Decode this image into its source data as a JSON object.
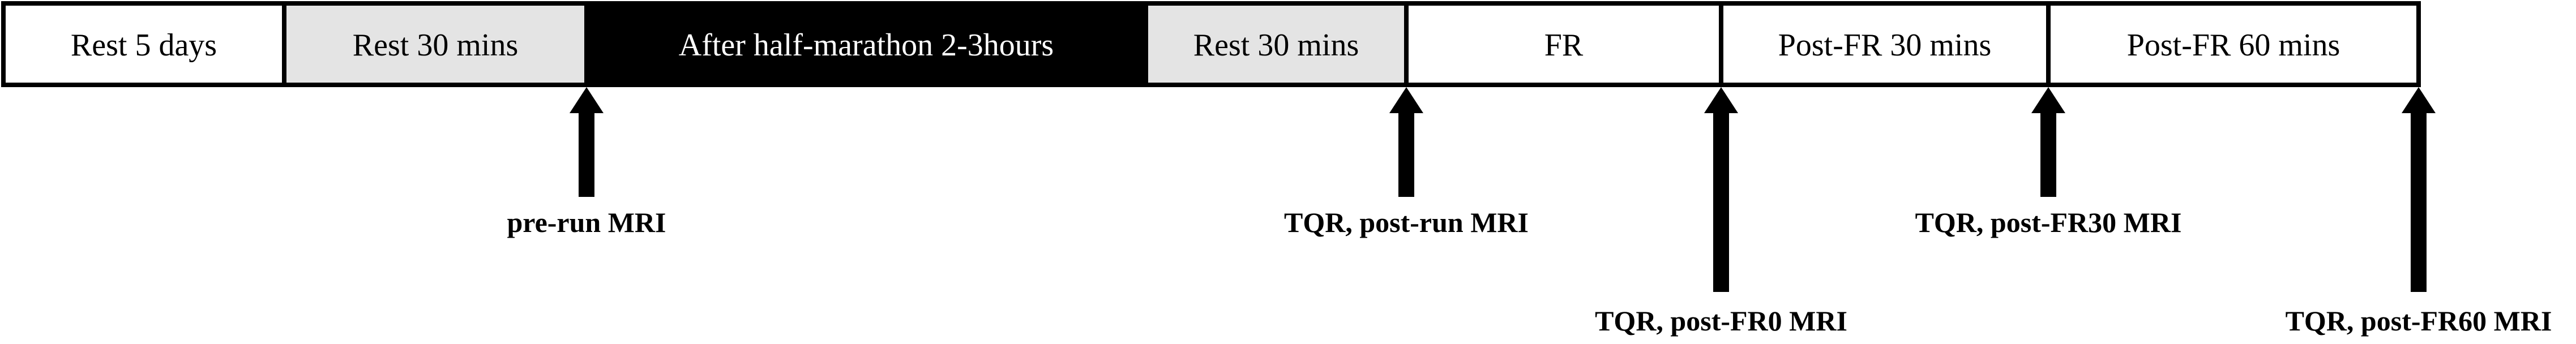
{
  "timeline": {
    "segments": [
      {
        "label": "Rest 5 days",
        "fill": "#ffffff",
        "text_color": "#000000"
      },
      {
        "label": "Rest 30 mins",
        "fill": "#e4e4e4",
        "text_color": "#000000"
      },
      {
        "label": "After half-marathon 2-3hours",
        "fill": "#000000",
        "text_color": "#ffffff"
      },
      {
        "label": "Rest 30 mins",
        "fill": "#e4e4e4",
        "text_color": "#000000"
      },
      {
        "label": "FR",
        "fill": "#ffffff",
        "text_color": "#000000"
      },
      {
        "label": "Post-FR 30 mins",
        "fill": "#ffffff",
        "text_color": "#000000"
      },
      {
        "label": "Post-FR 60 mins",
        "fill": "#ffffff",
        "text_color": "#000000"
      }
    ],
    "markers": [
      {
        "label": "pre-run MRI"
      },
      {
        "label": "TQR, post-run MRI"
      },
      {
        "label": "TQR, post-FR0 MRI"
      },
      {
        "label": "TQR, post-FR30 MRI"
      },
      {
        "label": "TQR, post-FR60 MRI"
      }
    ]
  }
}
